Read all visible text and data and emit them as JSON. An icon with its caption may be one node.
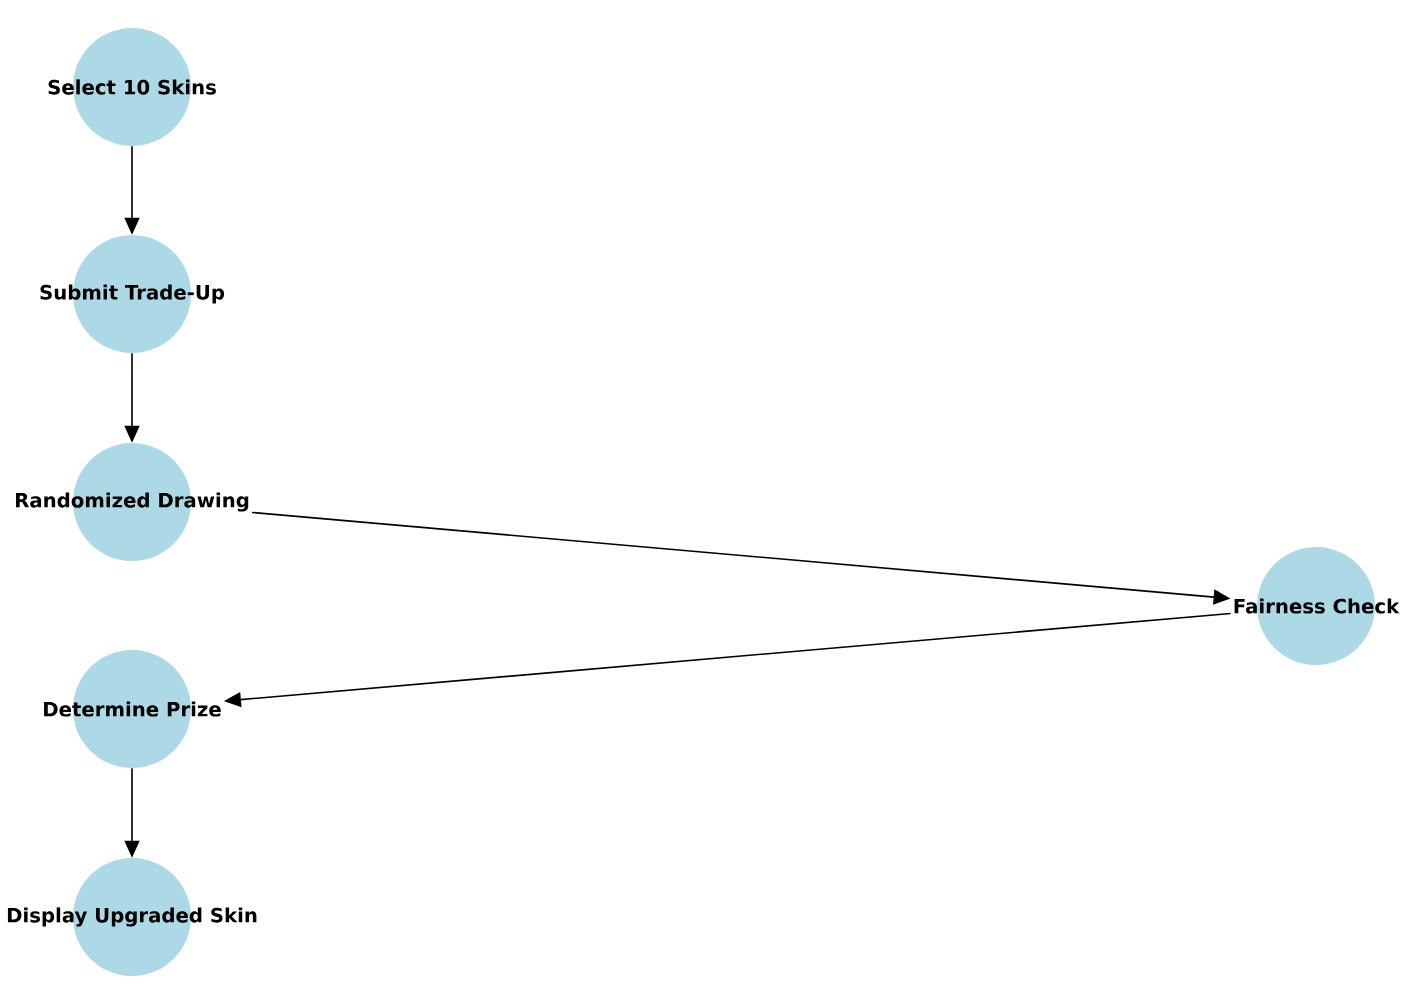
{
  "diagram": {
    "nodes": [
      {
        "text": [
          "Select 10 Skins"
        ]
      },
      {
        "text": [
          "Submit Trade-Up"
        ]
      },
      {
        "text": [
          "Randomized Drawing"
        ]
      },
      {
        "text": [
          "Fairness Check"
        ]
      },
      {
        "text": [
          "Determine Prize"
        ]
      },
      {
        "text": [
          "Display Upgraded Skin"
        ]
      }
    ],
    "edges": [
      {
        "from": 0,
        "to": 1,
        "arrow": "to"
      },
      {
        "from": 1,
        "to": 2,
        "arrow": "to"
      },
      {
        "from": 2,
        "to": 3,
        "arrow": "to"
      },
      {
        "from": 3,
        "to": 4,
        "arrow": "to"
      },
      {
        "from": 4,
        "to": 5,
        "arrow": "to"
      }
    ]
  }
}
